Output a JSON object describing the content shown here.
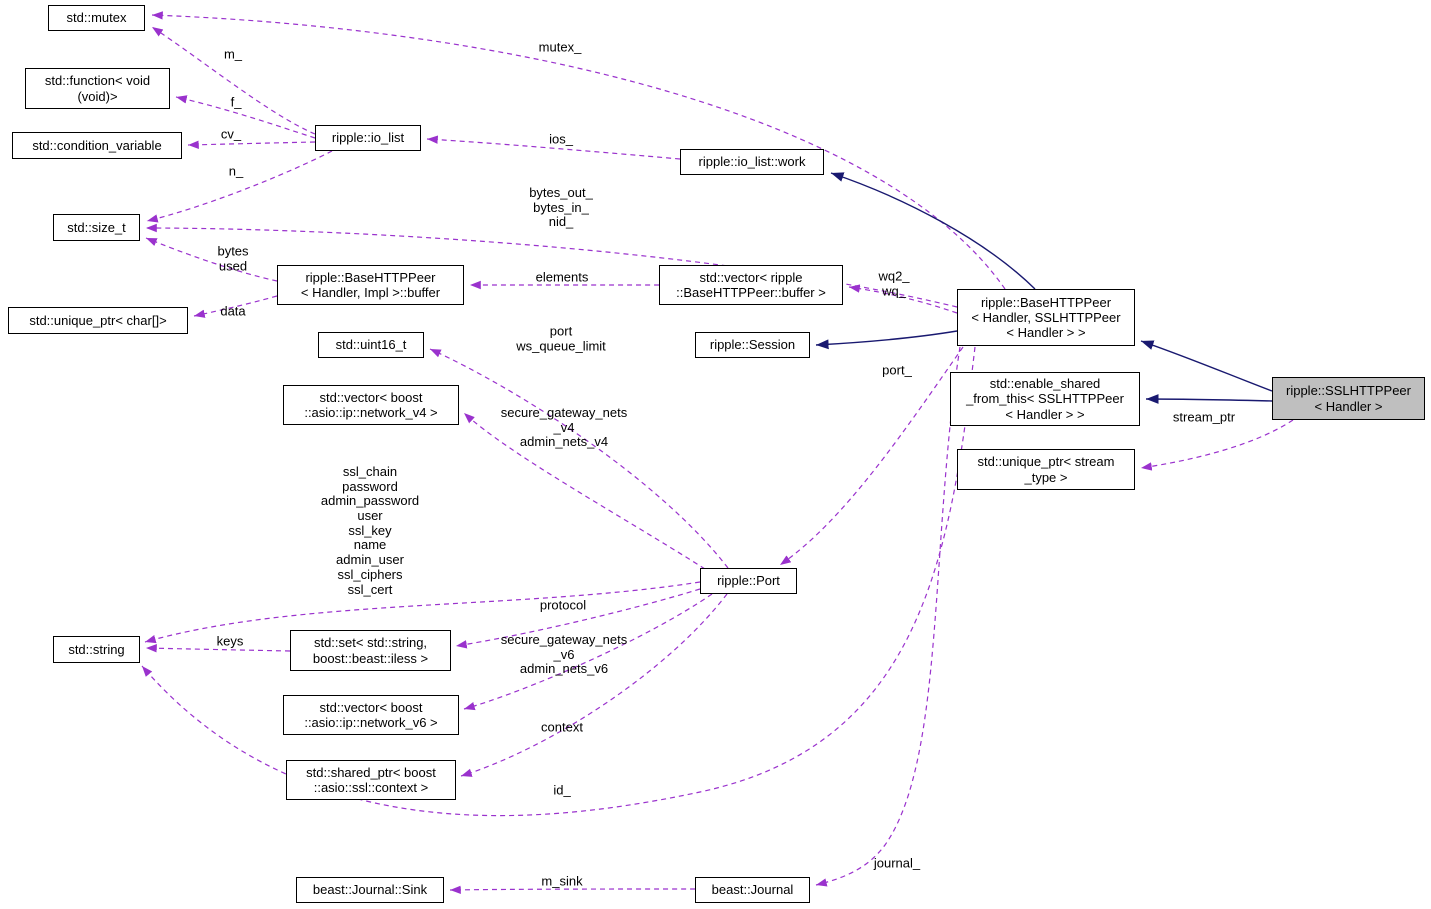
{
  "diagram": {
    "type": "doxygen-collaboration-graph",
    "focus_class": "ripple::SSLHTTPPeer< Handler >",
    "colors": {
      "usage_edge": "#9a32cd",
      "inheritance_edge": "#191970",
      "node_background": "#ffffff",
      "node_border": "#000000",
      "focus_node_background": "#bfbfbf"
    }
  },
  "nodes": {
    "mutex": {
      "label": "std::mutex"
    },
    "function_void": {
      "label": "std::function< void\n(void)>"
    },
    "condition_variable": {
      "label": "std::condition_variable"
    },
    "size_t": {
      "label": "std::size_t"
    },
    "unique_ptr_char": {
      "label": "std::unique_ptr< char[]>"
    },
    "io_list": {
      "label": "ripple::io_list"
    },
    "io_list_work": {
      "label": "ripple::io_list::work"
    },
    "base_buffer": {
      "label": "ripple::BaseHTTPPeer\n< Handler, Impl >::buffer"
    },
    "vector_buffer": {
      "label": "std::vector< ripple\n::BaseHTTPPeer::buffer >"
    },
    "session": {
      "label": "ripple::Session"
    },
    "base_http_peer": {
      "label": "ripple::BaseHTTPPeer\n< Handler, SSLHTTPPeer\n< Handler > >"
    },
    "uint16": {
      "label": "std::uint16_t"
    },
    "vector_v4": {
      "label": "std::vector< boost\n::asio::ip::network_v4 >"
    },
    "enable_shared": {
      "label": "std::enable_shared\n_from_this< SSLHTTPPeer\n< Handler > >"
    },
    "ssl_http_peer": {
      "label": "ripple::SSLHTTPPeer\n< Handler >"
    },
    "unique_ptr_stream": {
      "label": "std::unique_ptr< stream\n_type >"
    },
    "port": {
      "label": "ripple::Port"
    },
    "string": {
      "label": "std::string"
    },
    "set_iless": {
      "label": "std::set< std::string,\nboost::beast::iless >"
    },
    "vector_v6": {
      "label": "std::vector< boost\n::asio::ip::network_v6 >"
    },
    "shared_ptr_ctx": {
      "label": "std::shared_ptr< boost\n::asio::ssl::context >"
    },
    "journal_sink": {
      "label": "beast::Journal::Sink"
    },
    "journal": {
      "label": "beast::Journal"
    }
  },
  "edge_labels": {
    "m": "m_",
    "mutex": "mutex_",
    "f": "f_",
    "cv": "cv_",
    "n": "n_",
    "ios": "ios_",
    "bytes3": "bytes_out_\nbytes_in_\nnid_",
    "bytes_used": "bytes\nused",
    "elements": "elements",
    "wq": "wq2_\nwq_",
    "data": "data",
    "port_wsq": "port\nws_queue_limit",
    "port_ref": "port_",
    "stream_ptr": "stream_ptr",
    "v4": "secure_gateway_nets\n_v4\nadmin_nets_v4",
    "port_strings": "ssl_chain\npassword\nadmin_password\nuser\nssl_key\nname\nadmin_user\nssl_ciphers\nssl_cert",
    "protocol": "protocol",
    "keys": "keys",
    "v6": "secure_gateway_nets\n_v6\nadmin_nets_v6",
    "context": "context",
    "id": "id_",
    "m_sink": "m_sink",
    "journal_ref": "journal_"
  }
}
